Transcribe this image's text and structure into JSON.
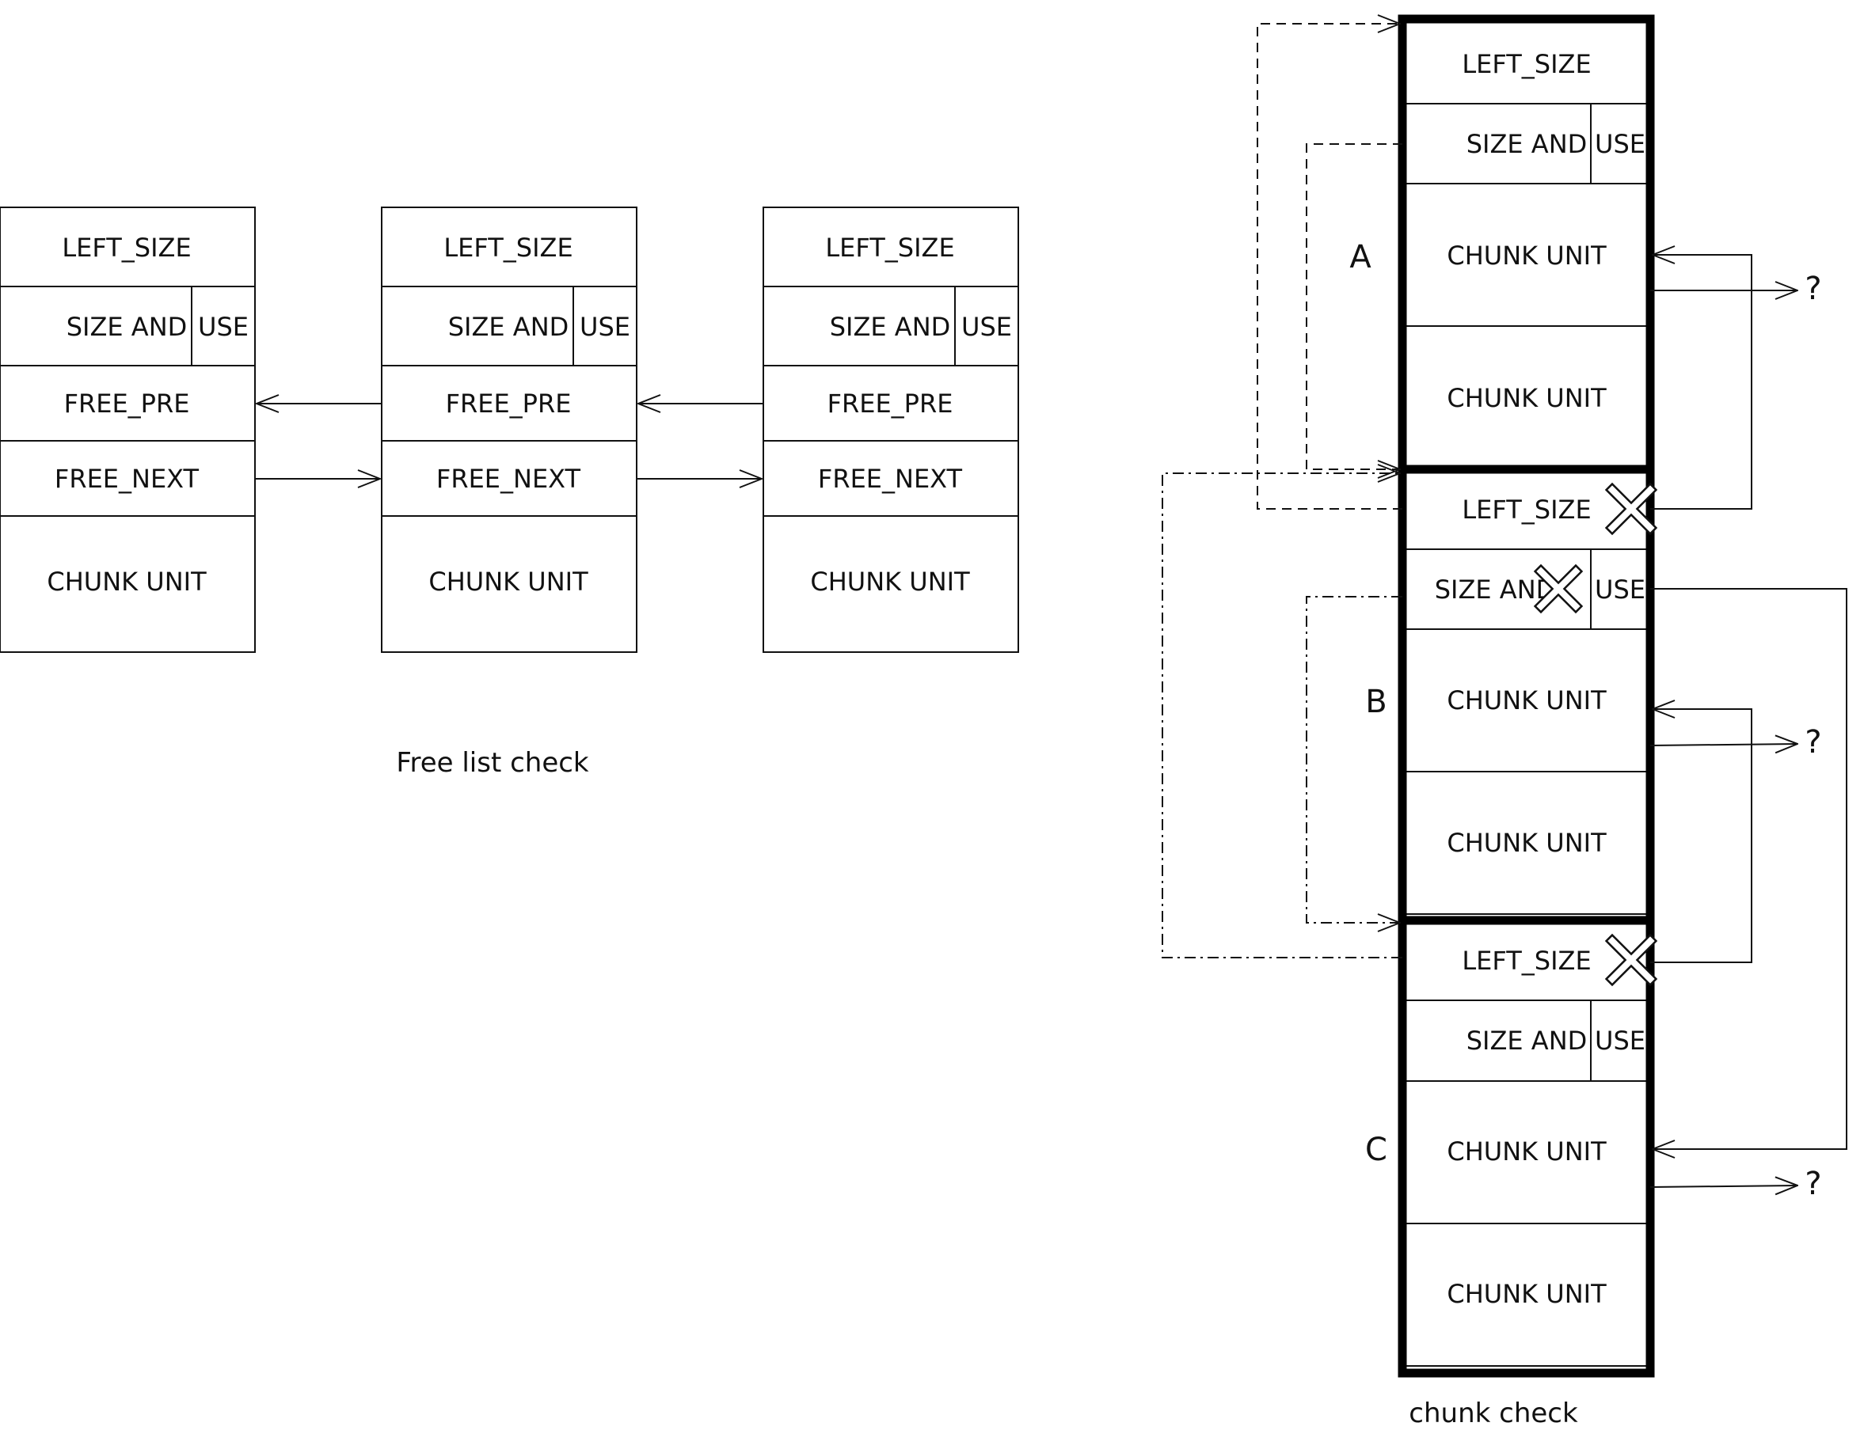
{
  "free_list": {
    "caption": "Free list check",
    "nodes": [
      {
        "left_size": "LEFT_SIZE",
        "size_and": "SIZE AND",
        "use": "USE",
        "free_pre": "FREE_PRE",
        "free_next": "FREE_NEXT",
        "chunk_unit": "CHUNK UNIT"
      },
      {
        "left_size": "LEFT_SIZE",
        "size_and": "SIZE AND",
        "use": "USE",
        "free_pre": "FREE_PRE",
        "free_next": "FREE_NEXT",
        "chunk_unit": "CHUNK UNIT"
      },
      {
        "left_size": "LEFT_SIZE",
        "size_and": "SIZE AND",
        "use": "USE",
        "free_pre": "FREE_PRE",
        "free_next": "FREE_NEXT",
        "chunk_unit": "CHUNK UNIT"
      }
    ]
  },
  "chunk_check": {
    "caption": "chunk check",
    "unknown_mark": "?",
    "chunks": [
      {
        "label": "A",
        "left_size": "LEFT_SIZE",
        "size_and": "SIZE AND",
        "use": "USE",
        "unit_1": "CHUNK UNIT",
        "unit_2": "CHUNK UNIT"
      },
      {
        "label": "B",
        "left_size": "LEFT_SIZE",
        "size_and": "SIZE AND",
        "use": "USE",
        "unit_1": "CHUNK UNIT",
        "unit_2": "CHUNK UNIT"
      },
      {
        "label": "C",
        "left_size": "LEFT_SIZE",
        "size_and": "SIZE AND",
        "use": "USE",
        "unit_1": "CHUNK UNIT",
        "unit_2": "CHUNK UNIT"
      }
    ]
  }
}
